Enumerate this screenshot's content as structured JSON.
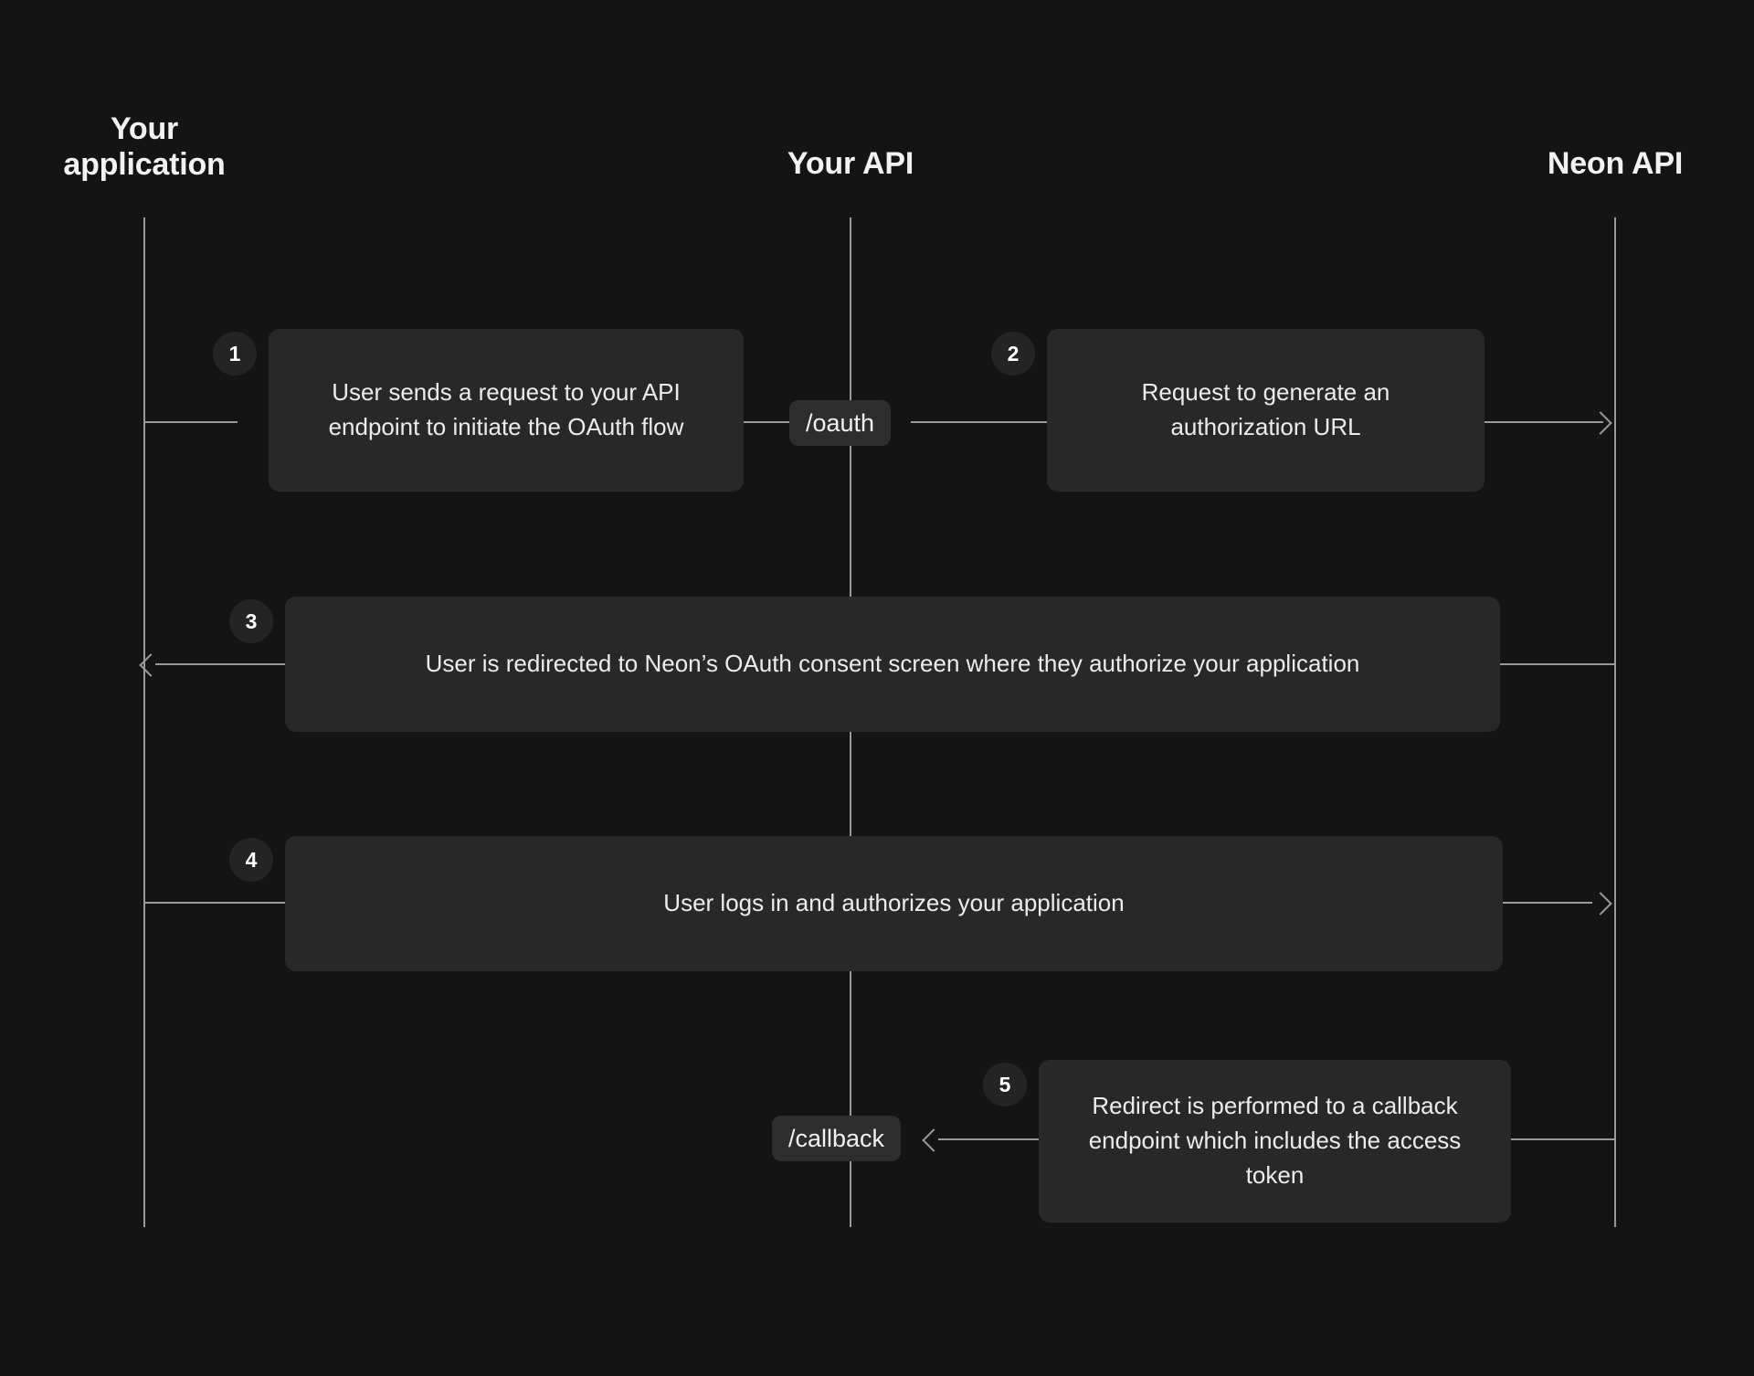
{
  "diagram": {
    "title": "Neon OAuth flow sequence diagram",
    "background_color": "#141414",
    "note_color": "#282828",
    "badge_color": "#242424",
    "line_color": "#9a9a9a",
    "text_color": "#ececec"
  },
  "participants": [
    {
      "id": "your-application",
      "label": "Your\napplication"
    },
    {
      "id": "your-api",
      "label": "Your API"
    },
    {
      "id": "neon-api",
      "label": "Neon API"
    }
  ],
  "steps": [
    {
      "number": "1",
      "text": "User sends a request to your API endpoint to initiate the OAuth flow",
      "from": "Your application",
      "to": "Your API",
      "direction": "right"
    },
    {
      "number": "2",
      "text": "Request to generate an authorization URL",
      "from": "Your API",
      "to": "Neon API",
      "direction": "right"
    },
    {
      "number": "3",
      "text": "User is redirected to Neon’s OAuth consent screen where they authorize your application",
      "from": "Neon API",
      "to": "Your application",
      "direction": "left"
    },
    {
      "number": "4",
      "text": "User logs in and authorizes your application",
      "from": "Your application",
      "to": "Neon API",
      "direction": "right"
    },
    {
      "number": "5",
      "text": "Redirect is performed to a callback endpoint which includes the access token",
      "from": "Neon API",
      "to": "Your API",
      "direction": "left"
    }
  ],
  "endpoints": [
    {
      "id": "oauth",
      "label": "/oauth"
    },
    {
      "id": "callback",
      "label": "/callback"
    }
  ]
}
